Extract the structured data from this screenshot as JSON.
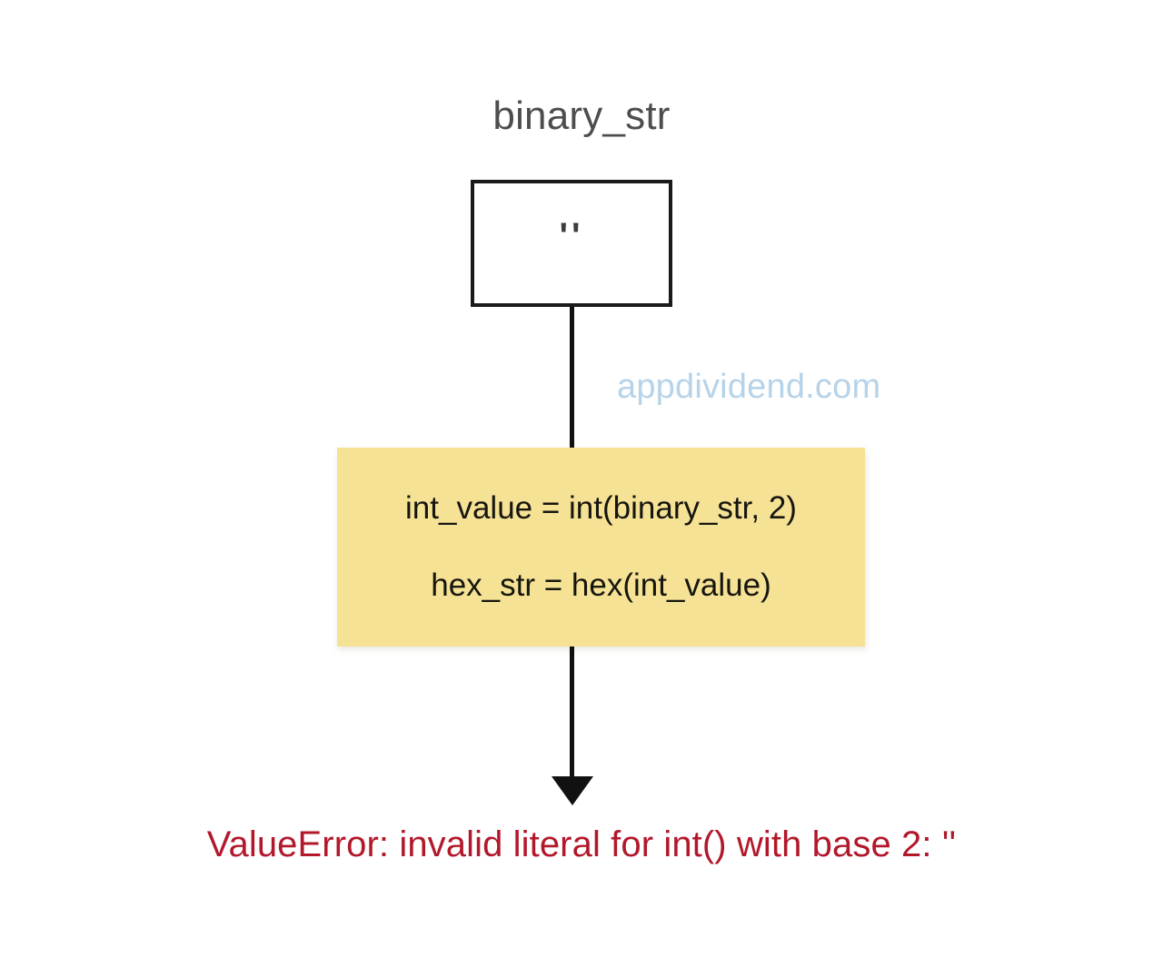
{
  "diagram": {
    "type": "flowchart",
    "background_color": "#ffffff",
    "variable": {
      "title": "binary_str",
      "title_color": "#4d4d4d",
      "value": "''",
      "value_color": "#3d3d3d",
      "box_border_color": "#1a1a1a",
      "box_fill_color": "#ffffff"
    },
    "code_block": {
      "fill_color": "#f6e295",
      "lines": [
        "int_value = int(binary_str, 2)",
        "hex_str = hex(int_value)"
      ],
      "text_color": "#16160f"
    },
    "connectors": [
      {
        "from": "value-box",
        "to": "code-block",
        "style": "line",
        "color": "#111111"
      },
      {
        "from": "code-block",
        "to": "error-message",
        "style": "arrow",
        "color": "#111111"
      }
    ],
    "error_message": {
      "text": "ValueError: invalid literal for int() with base 2: ''",
      "color": "#b2182b"
    },
    "watermark": {
      "text": "appdividend.com",
      "color": "#b6d3e9"
    }
  }
}
